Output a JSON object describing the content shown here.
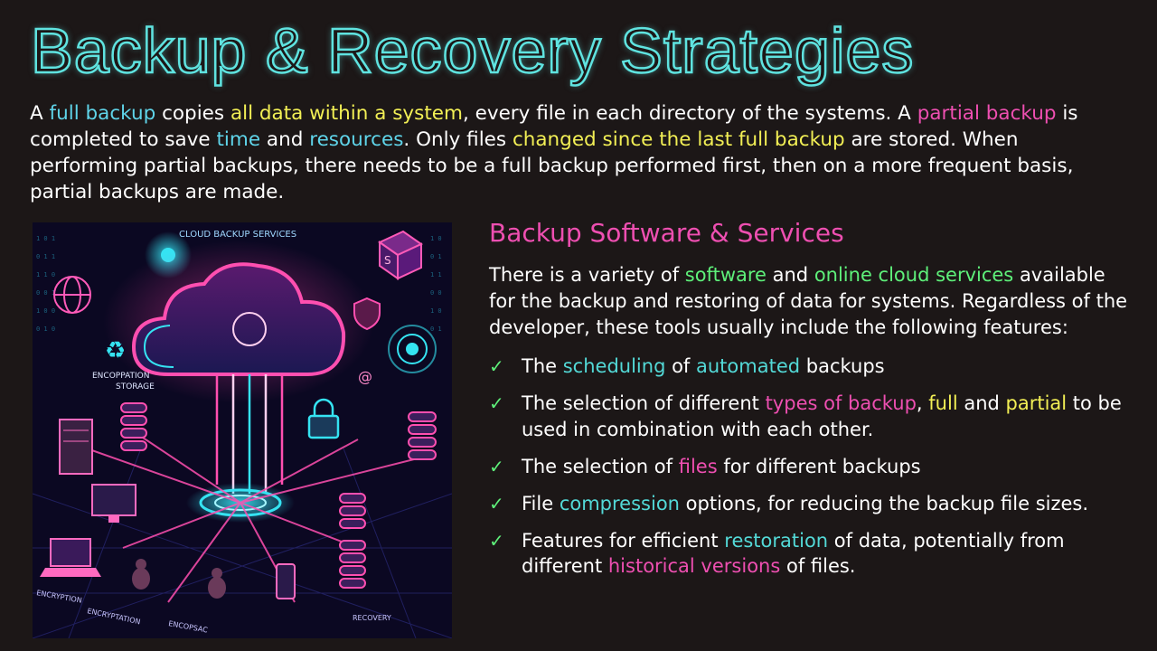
{
  "title": "Backup & Recovery Strategies",
  "intro": [
    {
      "t": "A ",
      "c": ""
    },
    {
      "t": "full backup",
      "c": "c-blue"
    },
    {
      "t": " copies ",
      "c": ""
    },
    {
      "t": "all data within a system",
      "c": "c-yellow"
    },
    {
      "t": ", every file in each directory of the systems. A ",
      "c": ""
    },
    {
      "t": "partial backup",
      "c": "c-pink"
    },
    {
      "t": " is completed to save ",
      "c": ""
    },
    {
      "t": "time",
      "c": "c-blue"
    },
    {
      "t": " and ",
      "c": ""
    },
    {
      "t": "resources",
      "c": "c-blue"
    },
    {
      "t": ". Only files ",
      "c": ""
    },
    {
      "t": "changed since the last full backup",
      "c": "c-yellow"
    },
    {
      "t": " are stored. When performing partial backups, there needs to be a full backup performed first, then on a more frequent basis, partial backups are made.",
      "c": ""
    }
  ],
  "illustration": {
    "labels": {
      "cloud": "CLOUD BACKUP SERVICES",
      "enc1": "ENCOPPATION",
      "enc2": "STORAGE",
      "bottom1": "ENCRYPTION",
      "bottom2": "ENCRYPTATION",
      "bottom3": "ENCOPSAC",
      "recovery": "RECOVERY",
      "cube": "S"
    },
    "colors": {
      "neon_pink": "#ff3fa6",
      "neon_cyan": "#35e3f2",
      "bg": "#0b0822"
    }
  },
  "section": {
    "heading": "Backup Software & Services",
    "lead": [
      {
        "t": "There is a variety of ",
        "c": ""
      },
      {
        "t": "software",
        "c": "c-green"
      },
      {
        "t": " and ",
        "c": ""
      },
      {
        "t": "online cloud services",
        "c": "c-green"
      },
      {
        "t": " available for the backup and restoring of data for systems. Regardless of the developer, these tools usually include the following features:",
        "c": ""
      }
    ],
    "check": "✓",
    "features": [
      [
        {
          "t": "The ",
          "c": ""
        },
        {
          "t": "scheduling",
          "c": "c-teal"
        },
        {
          "t": " of ",
          "c": ""
        },
        {
          "t": "automated",
          "c": "c-teal"
        },
        {
          "t": " backups",
          "c": ""
        }
      ],
      [
        {
          "t": "The selection of different ",
          "c": ""
        },
        {
          "t": "types of backup",
          "c": "c-pink"
        },
        {
          "t": ", ",
          "c": ""
        },
        {
          "t": "full",
          "c": "c-yellow"
        },
        {
          "t": " and ",
          "c": ""
        },
        {
          "t": "partial",
          "c": "c-yellow"
        },
        {
          "t": " to be used in combination with each other.",
          "c": ""
        }
      ],
      [
        {
          "t": "The selection of ",
          "c": ""
        },
        {
          "t": "files",
          "c": "c-pink"
        },
        {
          "t": " for different backups",
          "c": ""
        }
      ],
      [
        {
          "t": "File ",
          "c": ""
        },
        {
          "t": "compression",
          "c": "c-teal"
        },
        {
          "t": " options, for reducing the backup file sizes.",
          "c": ""
        }
      ],
      [
        {
          "t": "Features for efficient ",
          "c": ""
        },
        {
          "t": "restoration",
          "c": "c-teal"
        },
        {
          "t": " of data, potentially from different ",
          "c": ""
        },
        {
          "t": "historical versions",
          "c": "c-pink"
        },
        {
          "t": " of files.",
          "c": ""
        }
      ]
    ]
  }
}
